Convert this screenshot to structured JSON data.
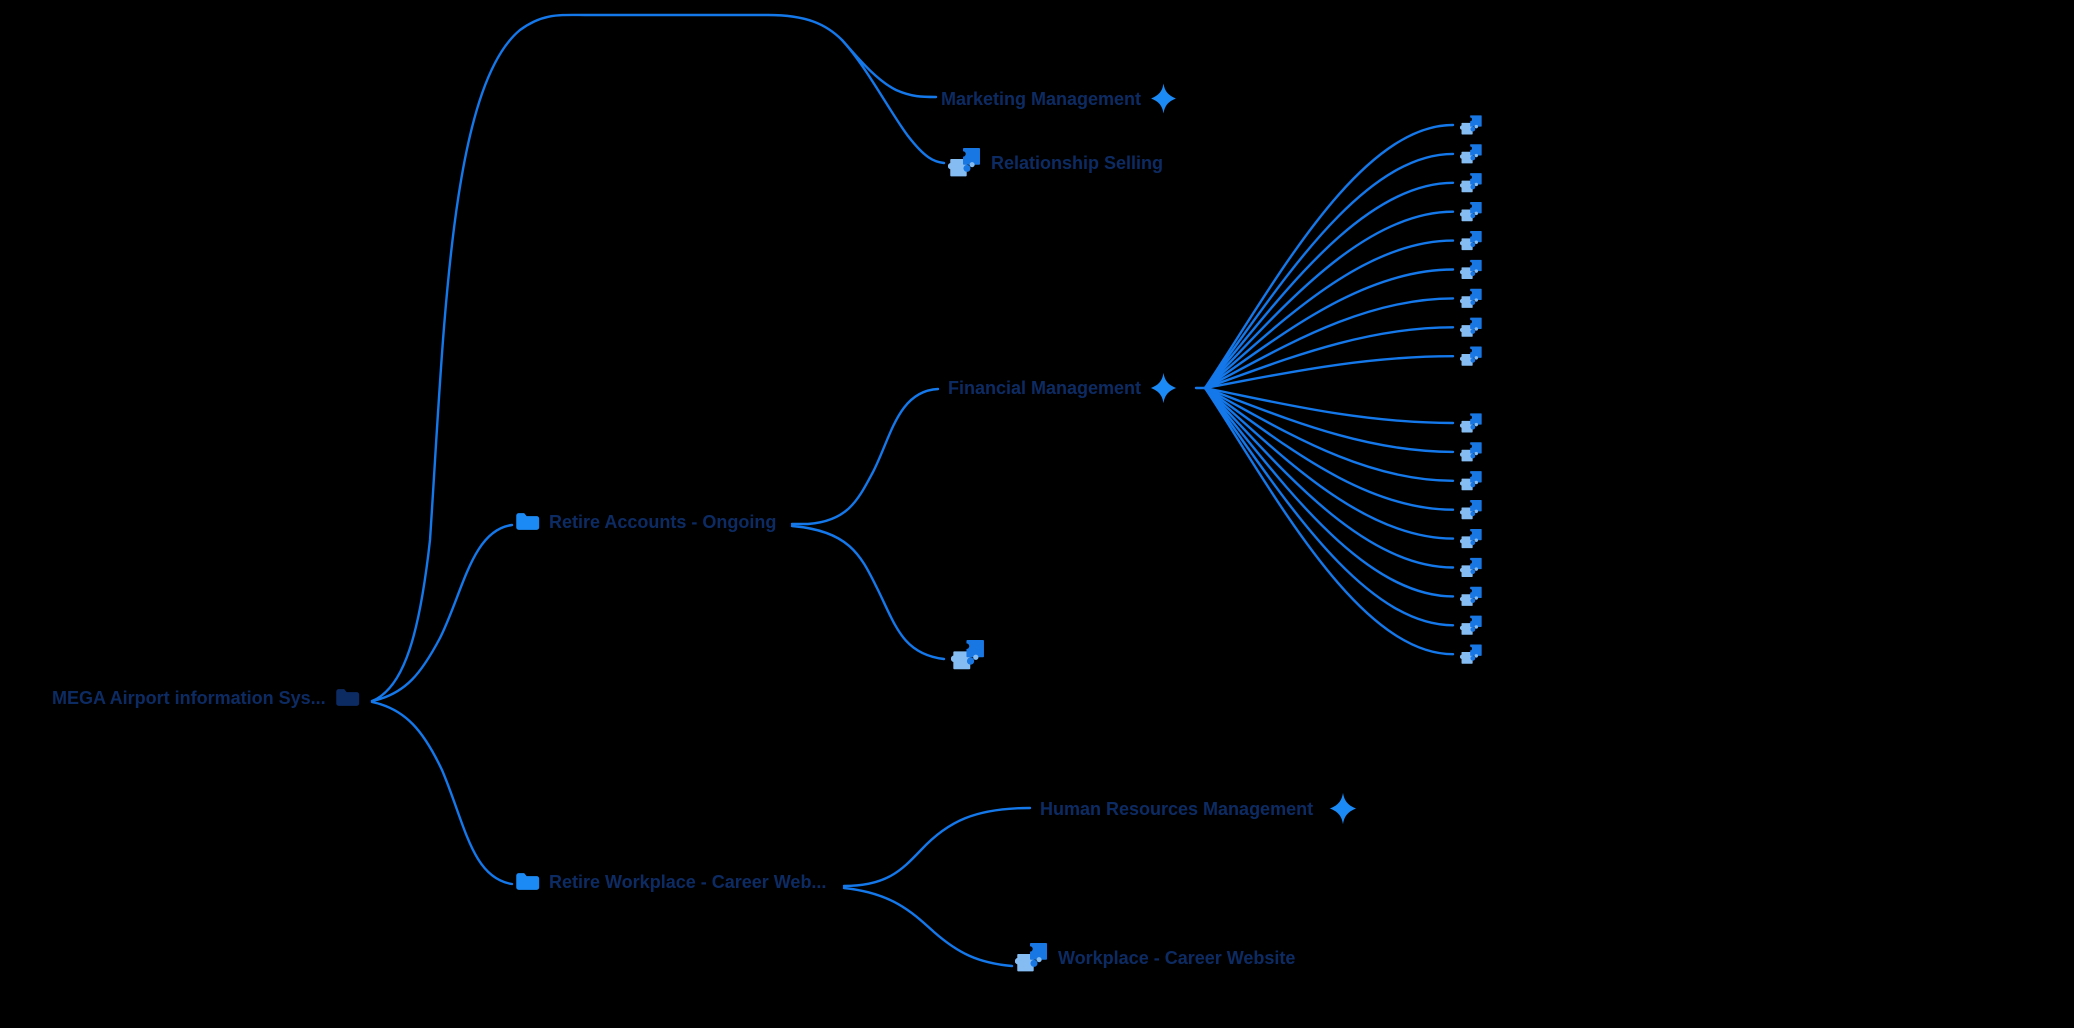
{
  "diagram": {
    "kind": "application-dependency-tree",
    "background": "#000000"
  },
  "colors": {
    "edge": "#1478EA",
    "label": "#0D2B63",
    "accent": "#1B8AF5",
    "puzzle_light": "#85BCF2",
    "puzzle_dark": "#1877E3"
  },
  "nodes": {
    "root": {
      "label": "MEGA Airport information Sys...",
      "icon": "folder-dark"
    },
    "retire_accounts": {
      "label": "Retire Accounts - Ongoing",
      "icon": "folder-bright"
    },
    "retire_workplace": {
      "label": "Retire Workplace - Career Web...",
      "icon": "folder-bright"
    },
    "marketing": {
      "label": "Marketing Management",
      "icon": "sparkle"
    },
    "relationship_selling": {
      "label": "Relationship Selling",
      "icon": "puzzle"
    },
    "financial": {
      "label": "Financial Management",
      "icon": "sparkle"
    },
    "human_resources": {
      "label": "Human Resources Management",
      "icon": "sparkle"
    },
    "workplace_website": {
      "label": "Workplace - Career Website",
      "icon": "puzzle"
    },
    "unnamed_component": {
      "label": "",
      "icon": "puzzle"
    }
  },
  "fan": {
    "child_count": 18,
    "group_sizes": [
      9,
      9
    ]
  }
}
